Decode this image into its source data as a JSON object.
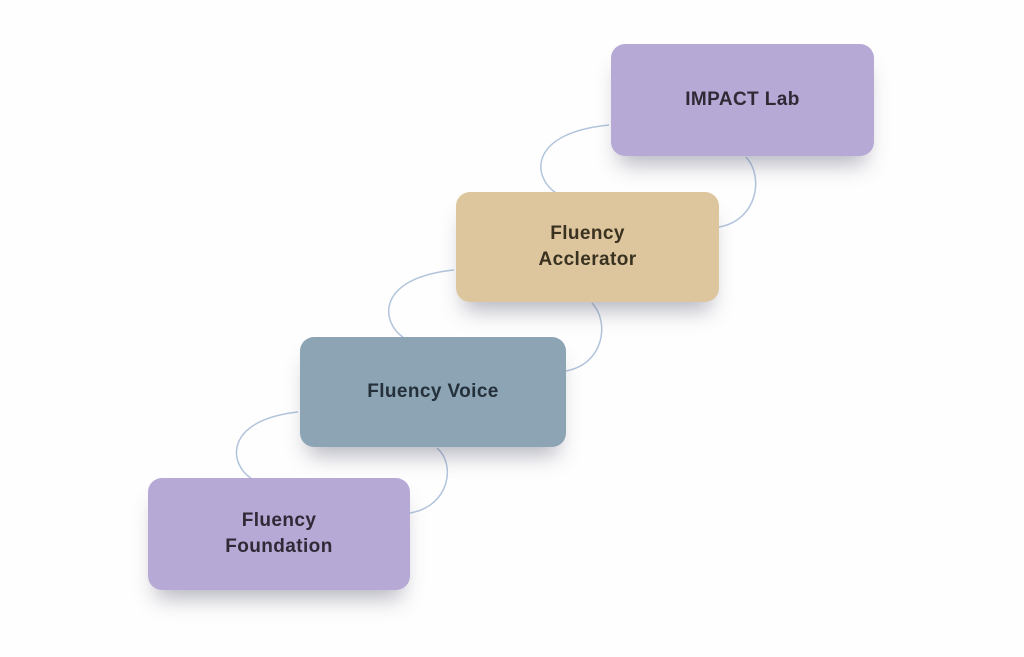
{
  "diagram": {
    "nodes": [
      {
        "id": "fluency-foundation",
        "label": "Fluency\nFoundation",
        "color": "#b7a9d5",
        "text_color": "#2f2a36"
      },
      {
        "id": "fluency-voice",
        "label": "Fluency Voice",
        "color": "#8ca4b4",
        "text_color": "#24303a"
      },
      {
        "id": "fluency-accelerator",
        "label": "Fluency\nAcclerator",
        "color": "#ddc69e",
        "text_color": "#3a3220"
      },
      {
        "id": "impact-lab",
        "label": "IMPACT Lab",
        "color": "#b7a9d5",
        "text_color": "#2f2a36"
      }
    ],
    "connector_color": "#a9bed8"
  }
}
